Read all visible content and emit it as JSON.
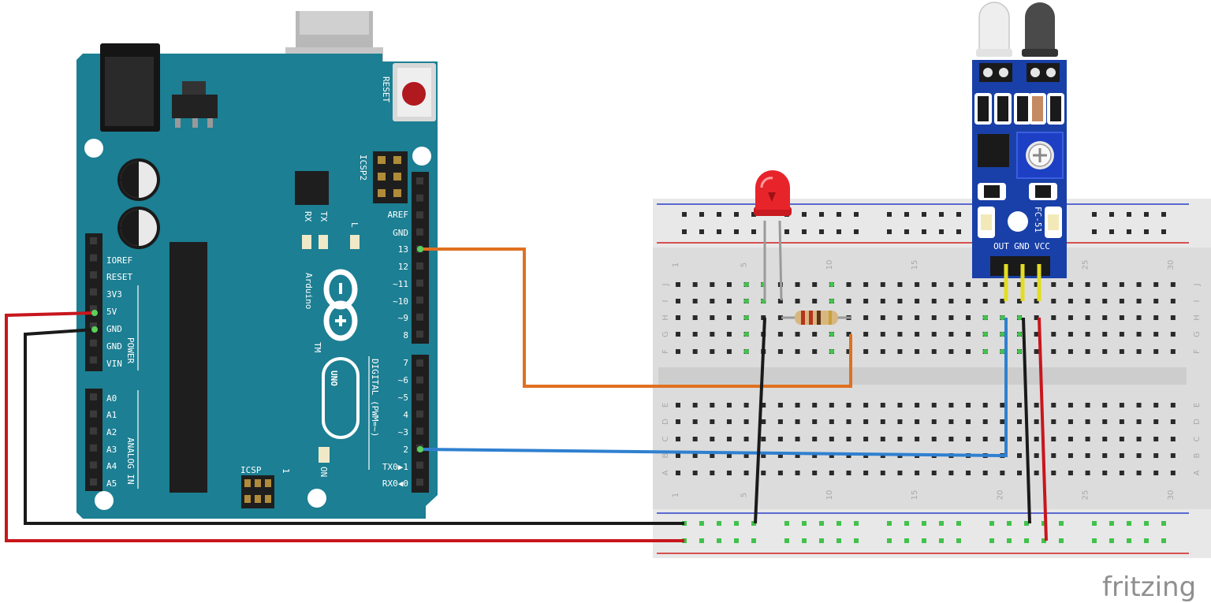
{
  "watermark": "fritzing",
  "arduino": {
    "reset_label": "RESET",
    "icsp2_label": "ICSP2",
    "tx_label": "TX",
    "rx_label": "RX",
    "l_label": "L",
    "brand": "Arduino",
    "trademark": "TM",
    "model": "UNO",
    "on_label": "ON",
    "icsp_label": "ICSP",
    "icsp_pin1": "1",
    "digital_label": "DIGITAL (PWM=~)",
    "power_label": "POWER",
    "analog_label": "ANALOG IN",
    "digital_pins": [
      "AREF",
      "GND",
      "13",
      "12",
      "~11",
      "~10",
      "~9",
      "8",
      "7",
      "~6",
      "~5",
      "4",
      "~3",
      "2",
      "TX0▶1",
      "RX0◀0"
    ],
    "power_pins": [
      "IOREF",
      "RESET",
      "3V3",
      "5V",
      "GND",
      "GND",
      "VIN"
    ],
    "analog_pins": [
      "A0",
      "A1",
      "A2",
      "A3",
      "A4",
      "A5"
    ]
  },
  "breadboard": {
    "row_labels_top": [
      "J",
      "I",
      "H",
      "G",
      "F"
    ],
    "row_labels_bottom": [
      "E",
      "D",
      "C",
      "B",
      "A"
    ],
    "column_numbers": [
      "1",
      "5",
      "10",
      "15",
      "20",
      "25",
      "30"
    ]
  },
  "sensor": {
    "model": "FC-51",
    "pins": [
      "OUT",
      "GND",
      "VCC"
    ]
  },
  "colors": {
    "arduino_blue": "#1c7f93",
    "wire_red": "#c8161d",
    "wire_black": "#1a1a1a",
    "wire_orange": "#e07020",
    "wire_blue": "#2f80d0",
    "sensor_pcb": "#1940a8",
    "led_red": "#e8242b"
  }
}
